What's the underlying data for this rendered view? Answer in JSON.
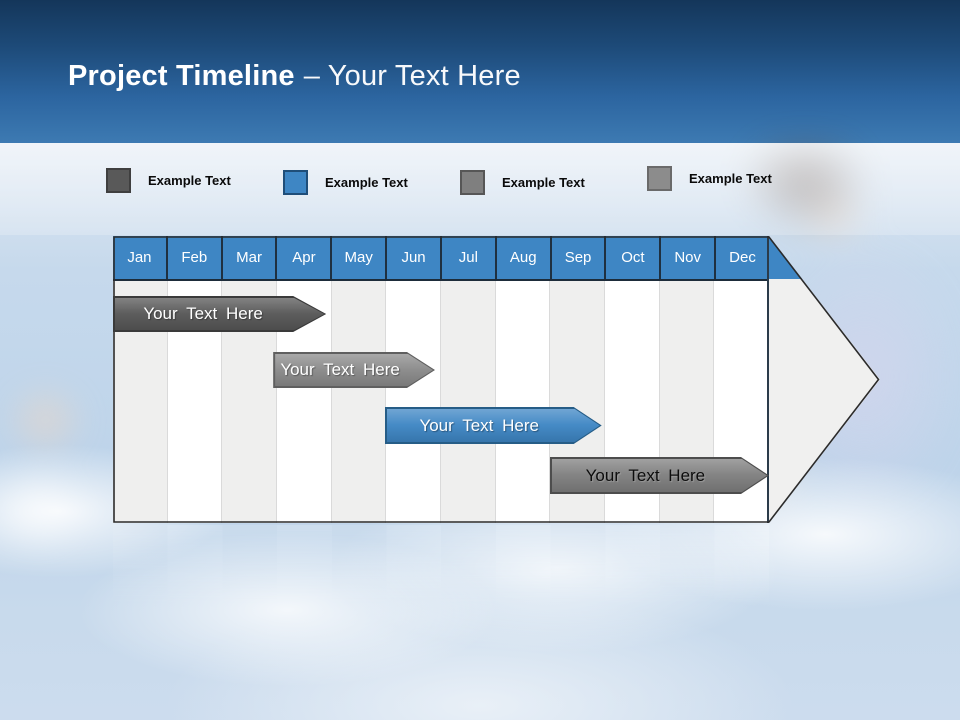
{
  "slide": {
    "title_bold": "Project Timeline",
    "title_rest": "– Your Text Here"
  },
  "legend": {
    "items": [
      {
        "label": "Example Text",
        "color": "#595959"
      },
      {
        "label": "Example Text",
        "color": "#3e86c4"
      },
      {
        "label": "Example Text",
        "color": "#7f7f7f"
      },
      {
        "label": "Example Text",
        "color": "#8c8c8c"
      }
    ]
  },
  "colors": {
    "title_band_top": "#14365a",
    "title_band_bottom": "#3d7ab2",
    "month_header": "#3e86c4",
    "column_stripe": "#efefee",
    "sky": "#c6d9ec"
  },
  "chart_data": {
    "type": "bar",
    "subtype": "gantt-timeline",
    "title": "Project Timeline – Your Text Here",
    "categories": [
      "Jan",
      "Feb",
      "Mar",
      "Apr",
      "May",
      "Jun",
      "Jul",
      "Aug",
      "Sep",
      "Oct",
      "Nov",
      "Dec"
    ],
    "legend_position": "top",
    "grid": "column-stripes",
    "bars": [
      {
        "row": 1,
        "label": "Your Text Here",
        "start": "Jan",
        "end": "Apr",
        "start_index": 0.0,
        "end_index": 3.9,
        "color": "#575757",
        "text_color": "#ffffff"
      },
      {
        "row": 2,
        "label": "Your Text Here",
        "start": "Apr",
        "end": "Jun",
        "start_index": 2.93,
        "end_index": 5.89,
        "color": "#8a8a8a",
        "text_color": "#ffffff"
      },
      {
        "row": 3,
        "label": "Your Text Here",
        "start": "Jun",
        "end": "Sep",
        "start_index": 4.97,
        "end_index": 8.94,
        "color": "#3e86c4",
        "text_color": "#ffffff"
      },
      {
        "row": 4,
        "label": "Your Text Here",
        "start": "Sep",
        "end": "Dec",
        "start_index": 7.99,
        "end_index": 12.0,
        "color": "#7f7f7f",
        "text_color": "#000000"
      }
    ]
  }
}
